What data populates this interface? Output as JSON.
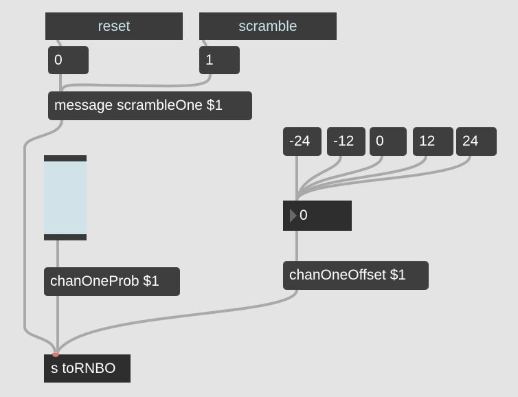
{
  "patch": {
    "buttons": {
      "reset": "reset",
      "scramble": "scramble"
    },
    "messages": {
      "zero": "0",
      "one": "1",
      "scramble_one": "message scrambleOne $1",
      "offsets": [
        "-24",
        "-12",
        "0",
        "12",
        "24"
      ],
      "chan_one_prob": "chanOneProb $1",
      "chan_one_offset": "chanOneOffset $1"
    },
    "number_box": {
      "value": "0"
    },
    "slider": {
      "value": 0
    },
    "send_object": "s toRNBO"
  },
  "colors": {
    "background": "#e4e4e4",
    "object_fill": "#3e3e3e",
    "button_text": "#c8e2e8",
    "slider_fill": "#d1e3e8",
    "cord": "#a9a9a9"
  }
}
